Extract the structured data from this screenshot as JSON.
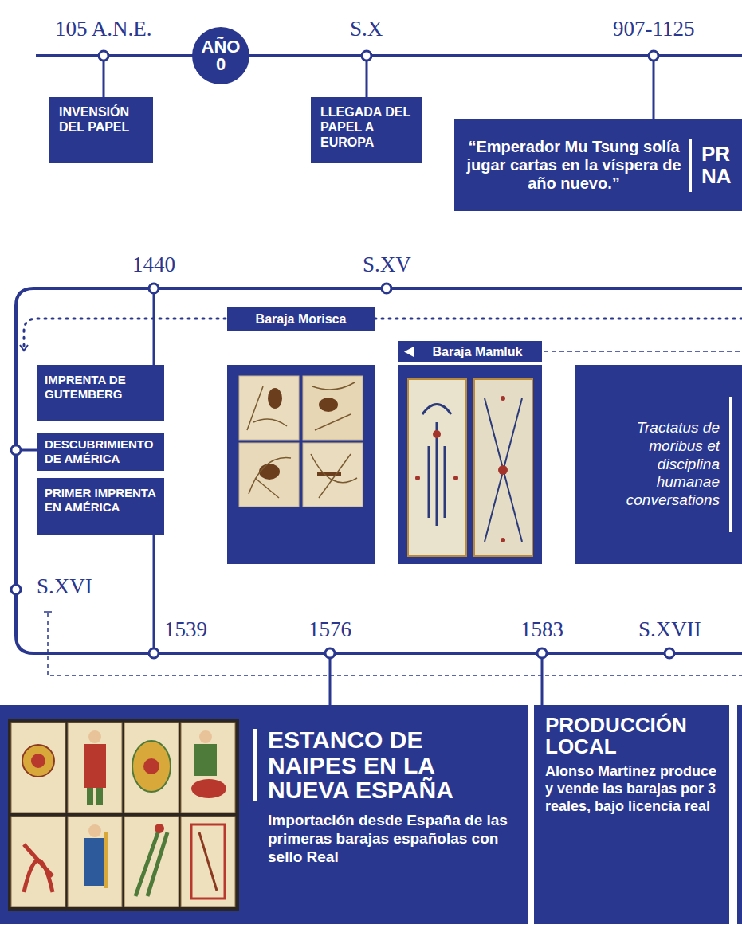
{
  "diagram": {
    "nodes": [
      {
        "text": [
          "INVENSIÓN DEL PAPEL"
        ]
      },
      {
        "text": [
          "AÑO 0"
        ]
      },
      {
        "text": [
          "LLEGADA DEL PAPEL A EUROPA"
        ]
      },
      {
        "text": [
          "“Emperador Mu Tsung solía jugar cartas en la víspera de año nuevo.”",
          "PR NA"
        ]
      },
      {
        "text": [
          "Baraja Morisca"
        ]
      },
      {
        "text": [
          "Baraja Mamluk"
        ]
      },
      {
        "text": [
          "IMPRENTA DE GUTEMBERG"
        ]
      },
      {
        "text": [
          "DESCUBRIMIENTO DE AMÉRICA"
        ]
      },
      {
        "text": [
          "PRIMER IMPRENTA EN AMÉRICA"
        ]
      },
      {
        "text": [
          "Tractatus de moribus et disciplina humanae conversations"
        ]
      },
      {
        "text": [
          "ESTANCO DE NAIPES EN LA NUEVA ESPAÑA",
          "Importación desde España de las primeras barajas españolas con sello Real"
        ]
      },
      {
        "text": [
          "PRODUCCIÓN LOCAL",
          "Alonso Martínez produce y vende las barajas por 3 reales, bajo licencia real"
        ]
      }
    ],
    "labels": [
      "105 A.N.E.",
      "S.X",
      "907-1125",
      "1440",
      "S.XV",
      "S.XVI",
      "1539",
      "1576",
      "1583",
      "S.XVII"
    ]
  }
}
